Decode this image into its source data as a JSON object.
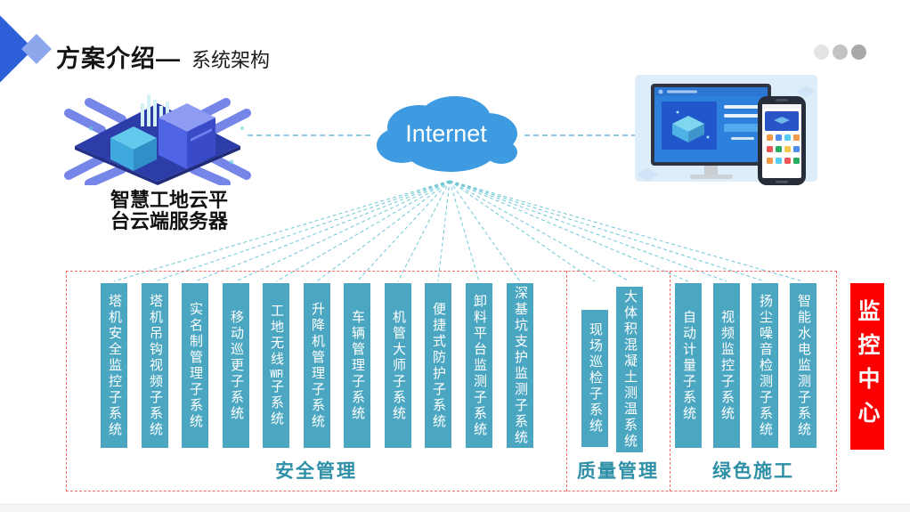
{
  "header": {
    "title": "方案介绍—",
    "subtitle": "系统架构"
  },
  "server": {
    "label_line1": "智慧工地云平",
    "label_line2": "台云端服务器"
  },
  "cloud": {
    "label": "Internet"
  },
  "monitoring_center": {
    "label": "监控中心"
  },
  "groups": [
    {
      "label": "安全管理",
      "systems": [
        "塔机安全监控子系统",
        "塔机吊钩视频子系统",
        "实名制管理子系统",
        "移动巡更子系统",
        "工地无线WIFI子系统",
        "升降机管理子系统",
        "车辆管理子系统",
        "机管大师子系统",
        "便捷式防护子系统",
        "卸料平台监测子系统",
        "深基坑支护监测子系统"
      ]
    },
    {
      "label": "质量管理",
      "systems": [
        "现场巡检子系统",
        "大体积混凝土测温系统"
      ]
    },
    {
      "label": "绿色施工",
      "systems": [
        "自动计量子系统",
        "视频监控子系统",
        "扬尘噪音检测子系统",
        "智能水电监测子系统"
      ]
    }
  ],
  "colors": {
    "bar_teal": "#4BA7C1",
    "group_label_teal": "#2E8FA6",
    "zone_dashed_red": "#F26A6A",
    "monitor_center_red": "#FB0000",
    "cloud_blue": "#3F9BE1",
    "connector_teal": "#6FC8D6",
    "accent_blue_dark": "#2E5FD8",
    "accent_blue_light": "#8DA7ED"
  }
}
